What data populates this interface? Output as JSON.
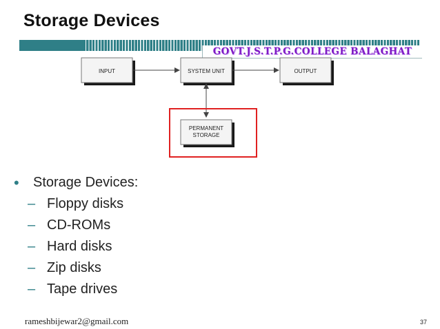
{
  "slide": {
    "title": "Storage Devices",
    "banner": "GOVT.J.S.T.P.G.COLLEGE BALAGHAT",
    "footer_email": "rameshbijewar2@gmail.com",
    "slide_number": "37"
  },
  "diagram": {
    "boxes": {
      "input": "INPUT",
      "system_unit": "SYSTEM UNIT",
      "output": "OUTPUT",
      "storage_line1": "PERMANENT",
      "storage_line2": "STORAGE"
    },
    "highlight_color": "#e02020"
  },
  "bullets": {
    "main": "Storage Devices:",
    "items": [
      "Floppy disks",
      "CD-ROMs",
      "Hard disks",
      "Zip disks",
      "Tape drives"
    ]
  },
  "colors": {
    "accent": "#2f7f87",
    "banner_text": "#7f1bc4"
  }
}
